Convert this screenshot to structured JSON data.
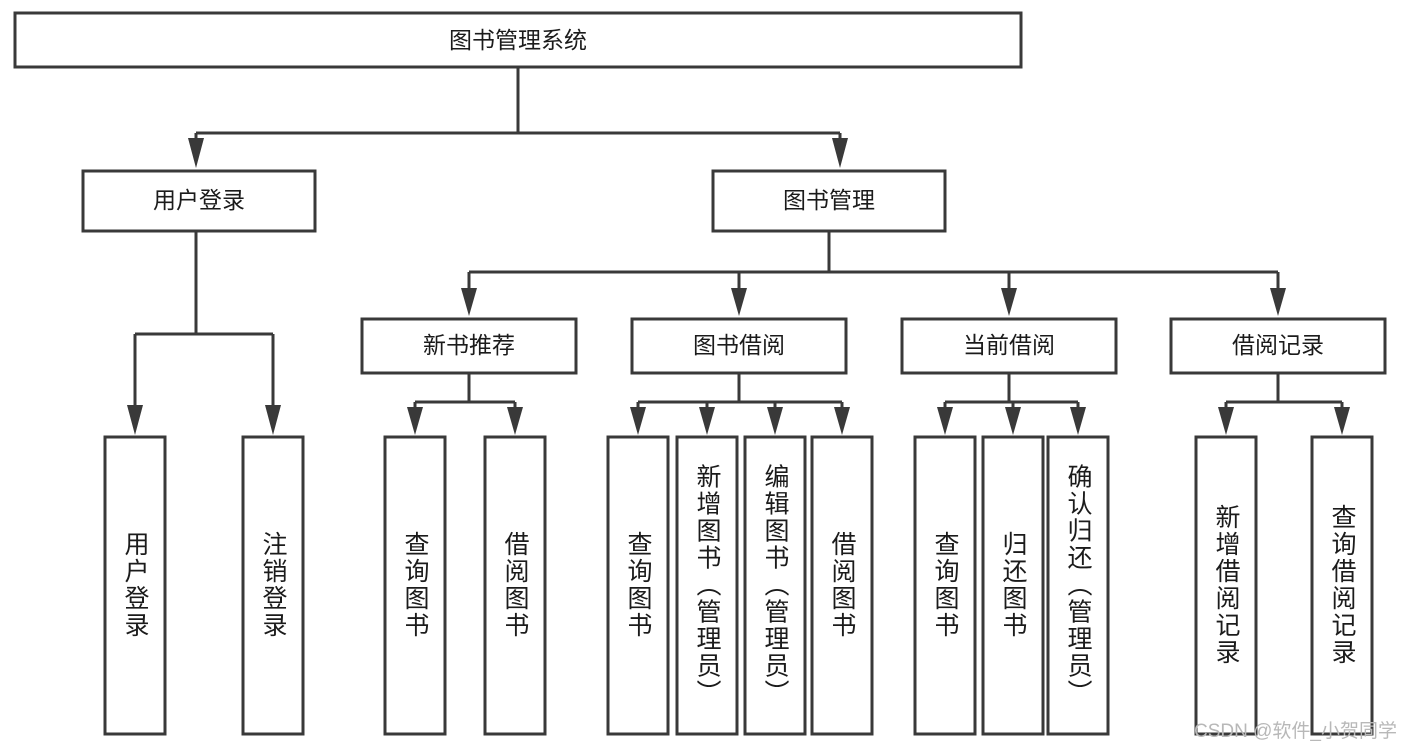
{
  "diagram": {
    "title": "图书管理系统",
    "type": "tree-hierarchy-functional-structure",
    "root": {
      "id": "root",
      "label": "图书管理系统"
    },
    "level2": [
      {
        "id": "user-login",
        "label": "用户登录"
      },
      {
        "id": "book-management",
        "label": "图书管理"
      }
    ],
    "level3": [
      {
        "id": "new-book-recommend",
        "label": "新书推荐",
        "parent": "book-management"
      },
      {
        "id": "book-borrow",
        "label": "图书借阅",
        "parent": "book-management"
      },
      {
        "id": "current-borrow",
        "label": "当前借阅",
        "parent": "book-management"
      },
      {
        "id": "borrow-record",
        "label": "借阅记录",
        "parent": "book-management"
      }
    ],
    "leaves": {
      "user-login": [
        {
          "id": "leaf-user-login",
          "label": "用户登录"
        },
        {
          "id": "leaf-logout-login",
          "label": "注销登录"
        }
      ],
      "new-book-recommend": [
        {
          "id": "leaf-query-book-1",
          "label": "查询图书"
        },
        {
          "id": "leaf-borrow-book-1",
          "label": "借阅图书"
        }
      ],
      "book-borrow": [
        {
          "id": "leaf-query-book-2",
          "label": "查询图书"
        },
        {
          "id": "leaf-add-book",
          "label": "新增图书（管理员）"
        },
        {
          "id": "leaf-edit-book",
          "label": "编辑图书（管理员）"
        },
        {
          "id": "leaf-borrow-book-2",
          "label": "借阅图书"
        }
      ],
      "current-borrow": [
        {
          "id": "leaf-query-book-3",
          "label": "查询图书"
        },
        {
          "id": "leaf-return-book",
          "label": "归还图书"
        },
        {
          "id": "leaf-confirm-return",
          "label": "确认归还（管理员）"
        }
      ],
      "borrow-record": [
        {
          "id": "leaf-add-record",
          "label": "新增借阅记录"
        },
        {
          "id": "leaf-query-record",
          "label": "查询借阅记录"
        }
      ]
    }
  },
  "watermark": {
    "text": "CSDN @软件_小贺同学"
  },
  "colors": {
    "stroke": "#393939",
    "box_fill": "#ffffff",
    "text": "#1b1b1b",
    "watermark": "#b8b8b8",
    "background": "#ffffff"
  }
}
